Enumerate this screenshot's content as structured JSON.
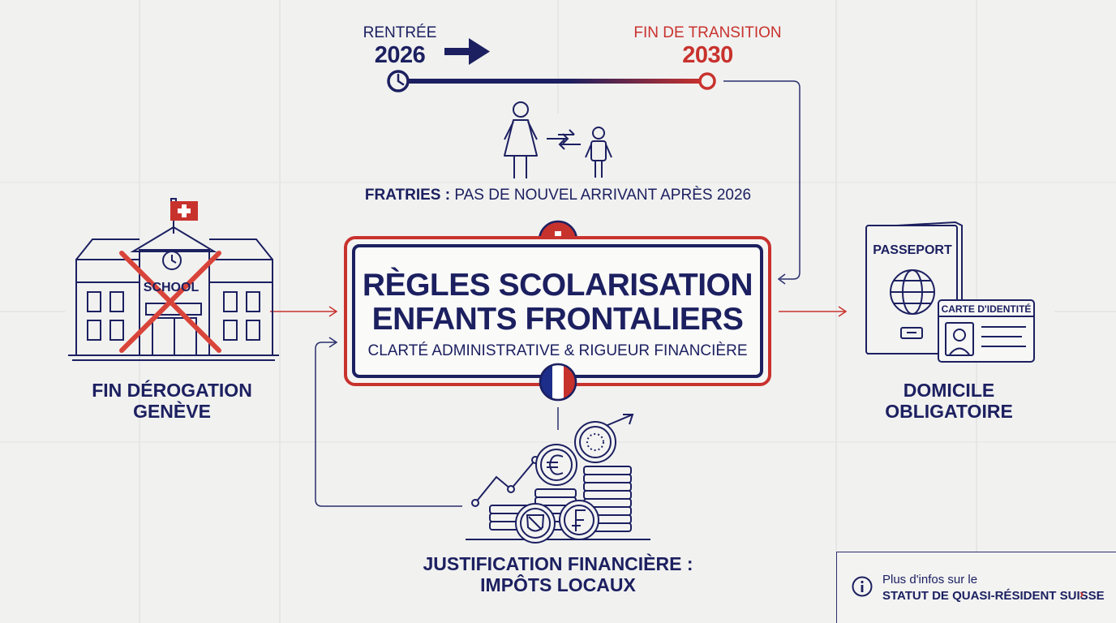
{
  "timeline": {
    "start_label": "RENTRÉE",
    "start_year": "2026",
    "end_label": "FIN DE TRANSITION",
    "end_year": "2030"
  },
  "siblings": {
    "bold": "FRATRIES :",
    "rest": "PAS DE NOUVEL ARRIVANT APRÈS 2026"
  },
  "central": {
    "title_line1": "RÈGLES SCOLARISATION",
    "title_line2": "ENFANTS FRONTALIERS",
    "subtitle": "CLARTÉ ADMINISTRATIVE & RIGUEUR FINANCIÈRE"
  },
  "geneva": {
    "sign": "SCHOOL",
    "line1": "FIN DÉROGATION",
    "line2": "GENÈVE"
  },
  "domicile": {
    "passport": "PASSEPORT",
    "idcard": "CARTE D'IDENTITÉ",
    "line1": "DOMICILE",
    "line2": "OBLIGATOIRE"
  },
  "finance": {
    "line1": "JUSTIFICATION FINANCIÈRE :",
    "line2": "IMPÔTS LOCAUX"
  },
  "info": {
    "line1": "Plus d'infos sur le",
    "line2": "STATUT DE QUASI-RÉSIDENT SUISSE",
    "chevron": "›"
  },
  "colors": {
    "navy": "#1c2060",
    "red": "#c8322d",
    "background": "#f1f1f0"
  },
  "icons": [
    "clock-icon",
    "arrow-right-icon",
    "woman-icon",
    "child-icon",
    "swiss-flag-icon",
    "french-flag-icon",
    "school-building-icon",
    "passport-icon",
    "id-card-icon",
    "coin-stack-icon",
    "euro-coin-icon",
    "franc-coin-icon",
    "info-icon"
  ]
}
